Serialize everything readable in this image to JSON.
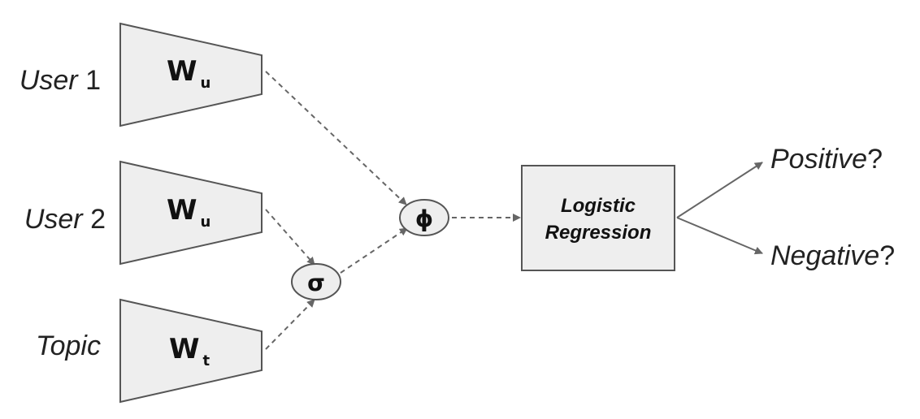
{
  "inputs": [
    {
      "label_main": "User",
      "label_suffix": " 1",
      "weight": "W",
      "weight_sub": "u"
    },
    {
      "label_main": "User",
      "label_suffix": " 2",
      "weight": "W",
      "weight_sub": "u"
    },
    {
      "label_main": "Topic",
      "label_suffix": "",
      "weight": "W",
      "weight_sub": "t"
    }
  ],
  "nodes": {
    "sigma": "σ",
    "phi": "ϕ"
  },
  "classifier": {
    "line1": "Logistic",
    "line2": "Regression"
  },
  "outputs": [
    {
      "main": "Positive",
      "suffix": "?"
    },
    {
      "main": "Negative",
      "suffix": "?"
    }
  ],
  "colors": {
    "node_fill": "#eeeeee",
    "stroke": "#555555",
    "arrow": "#666666"
  }
}
